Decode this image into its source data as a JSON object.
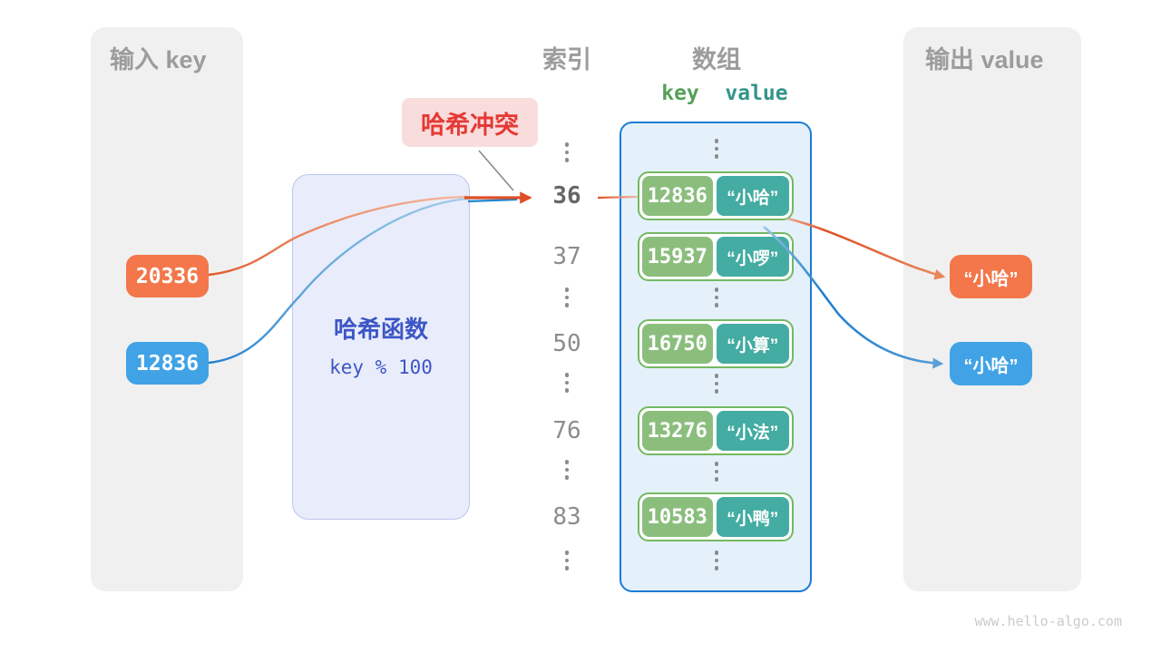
{
  "left_panel": {
    "title": "输入 key",
    "keys": [
      {
        "label": "20336",
        "variant": "orange"
      },
      {
        "label": "12836",
        "variant": "blue"
      }
    ]
  },
  "hash_box": {
    "title": "哈希函数",
    "formula": "key % 100"
  },
  "collision_label": {
    "text": "哈希冲突"
  },
  "index_column": {
    "title": "索引",
    "rows": [
      "36",
      "37",
      "50",
      "76",
      "83"
    ],
    "highlighted_row": "36"
  },
  "array_panel": {
    "title": "数组",
    "key_header": "key",
    "value_header": "value",
    "pairs": [
      {
        "key": "12836",
        "value": "“小哈”"
      },
      {
        "key": "15937",
        "value": "“小啰”"
      },
      {
        "key": "16750",
        "value": "“小算”"
      },
      {
        "key": "13276",
        "value": "“小法”"
      },
      {
        "key": "10583",
        "value": "“小鸭”"
      }
    ]
  },
  "right_panel": {
    "title": "输出 value",
    "values": [
      {
        "label": "“小哈”",
        "variant": "orange"
      },
      {
        "label": "“小哈”",
        "variant": "blue"
      }
    ]
  },
  "watermark": "www.hello-algo.com",
  "colors": {
    "orange": "#F3774A",
    "blue": "#41A3E6",
    "key_green": "#8BBE7D",
    "value_teal": "#44ACA2",
    "pair_border_green": "#74B862",
    "array_border_blue": "#1A7CD4",
    "array_fill": "#E4F1FB",
    "hash_fill": "#E9EDFB",
    "hash_border": "#BDC5EF",
    "hash_text": "#3D56C6",
    "collision_red": "#E53935",
    "collision_bg": "#F9DCDC",
    "panel_gray": "#F0F0F0",
    "header_gray": "#9C9C9C",
    "arrow_orange": "#DD4F26",
    "arrow_blue": "#1E7FD0"
  }
}
